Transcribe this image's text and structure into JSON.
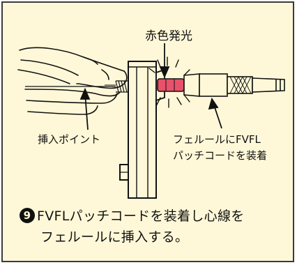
{
  "callouts": {
    "red_glow": "赤色発光",
    "insert_point": "挿入ポイント",
    "ferrule_line1": "フェルールにFVFL",
    "ferrule_line2": "パッチコードを装着"
  },
  "step": {
    "number": "9",
    "line1": "FVFLパッチコードを装着し心線を",
    "line2": "フェルールに挿入する。"
  },
  "colors": {
    "background": "#fff8d8",
    "border": "#3a3a3a",
    "red_glow": "#e8516a",
    "line": "#111111"
  }
}
